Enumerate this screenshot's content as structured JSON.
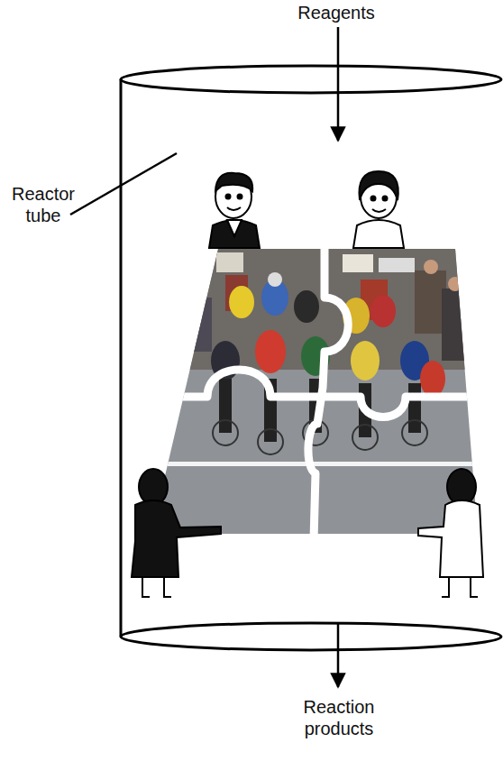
{
  "diagram": {
    "labels": [
      "Reagents",
      "Reactor tube",
      "Reaction products"
    ]
  }
}
